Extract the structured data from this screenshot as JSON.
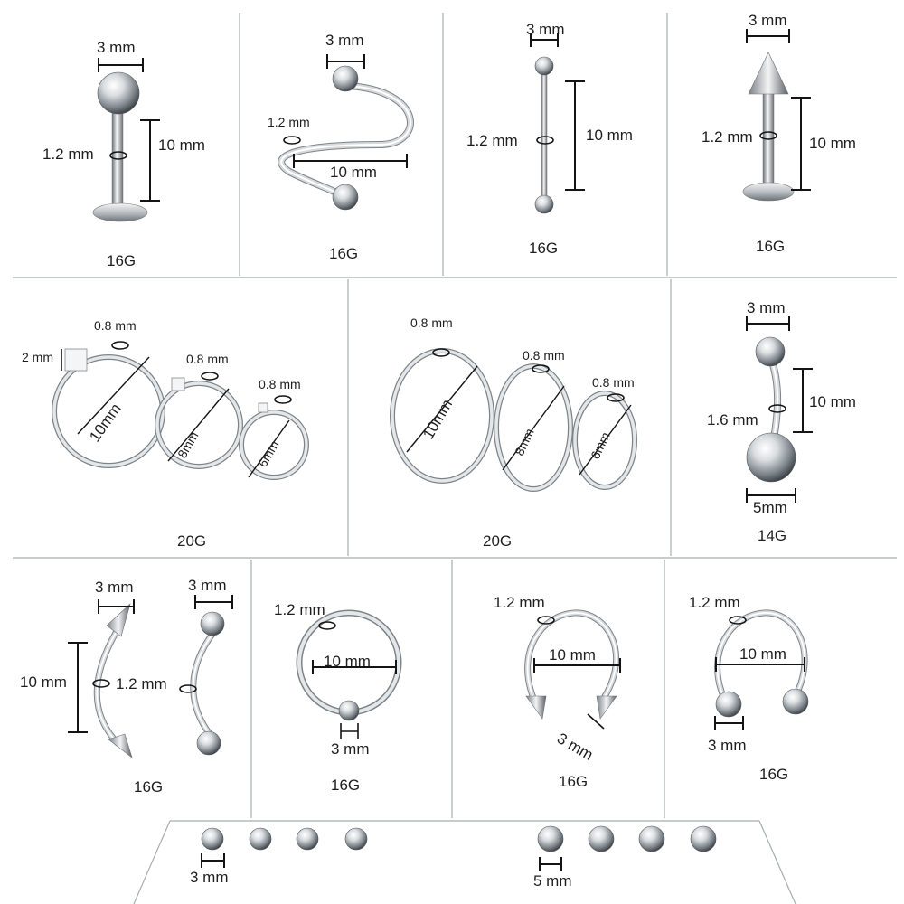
{
  "panels": [
    {
      "id": "labret-ball",
      "gauge": "16G",
      "ball": "3 mm",
      "bar": "1.2 mm",
      "length": "10 mm"
    },
    {
      "id": "twister",
      "gauge": "16G",
      "ball": "3 mm",
      "bar": "1.2 mm",
      "length": "10 mm"
    },
    {
      "id": "industrial-barbell",
      "gauge": "16G",
      "ball": "3 mm",
      "bar": "1.2 mm",
      "length": "10 mm"
    },
    {
      "id": "labret-spike",
      "gauge": "16G",
      "ball": "3 mm",
      "bar": "1.2 mm",
      "length": "10 mm"
    },
    {
      "id": "nose-hoops-end",
      "gauge": "20G",
      "end": "2 mm",
      "wire": "0.8 mm",
      "d1": "10mm",
      "d2": "8mm",
      "d3": "6mm"
    },
    {
      "id": "nose-hoops-seamless",
      "gauge": "20G",
      "wire": "0.8 mm",
      "d1": "10mm",
      "d2": "8mm",
      "d3": "6mm"
    },
    {
      "id": "belly-ring",
      "gauge": "14G",
      "ball": "3 mm",
      "bar": "1.6 mm",
      "length": "10 mm",
      "big_ball": "5mm"
    },
    {
      "id": "curved-barbells",
      "gauge": "16G",
      "ball": "3 mm",
      "bar": "1.2 mm",
      "length": "10 mm"
    },
    {
      "id": "captive-ring",
      "gauge": "16G",
      "wire": "1.2 mm",
      "diameter": "10 mm",
      "ball": "3 mm"
    },
    {
      "id": "horseshoe-spike",
      "gauge": "16G",
      "wire": "1.2 mm",
      "diameter": "10 mm",
      "spike": "3 mm"
    },
    {
      "id": "horseshoe-ball",
      "gauge": "16G",
      "wire": "1.2 mm",
      "diameter": "10 mm",
      "ball": "3 mm"
    }
  ],
  "spare_balls": {
    "small": "3 mm",
    "large": "5 mm"
  },
  "colors": {
    "grid": "#a8acae",
    "metal_light": "#f2f3f4",
    "metal_mid": "#b9bec3",
    "metal_dark": "#5e6469",
    "dim": "#141414"
  }
}
